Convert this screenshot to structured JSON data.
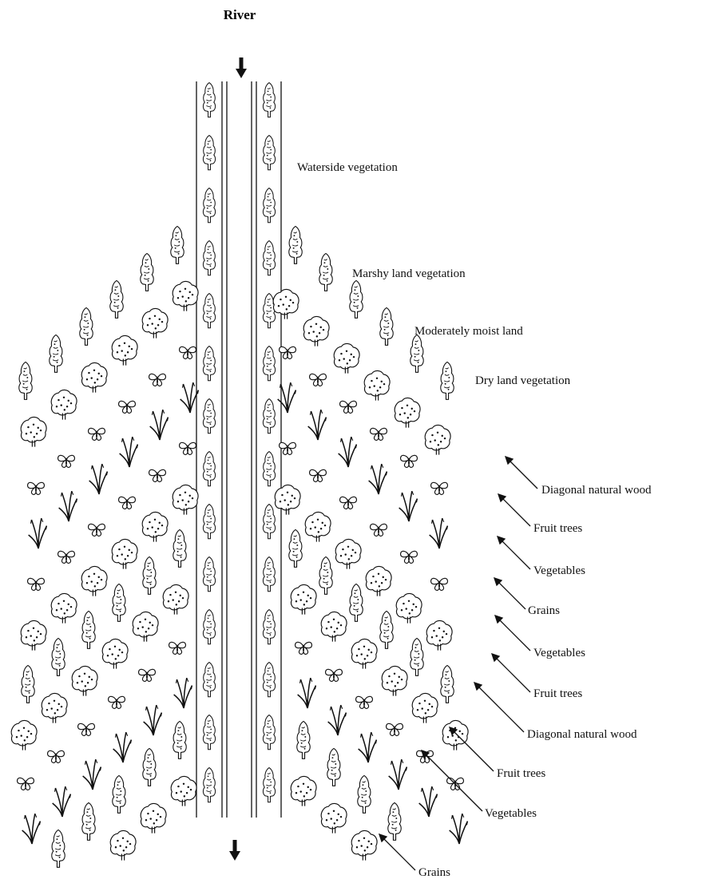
{
  "title": "River",
  "zone_labels": {
    "waterside": "Waterside vegetation",
    "marshy": "Marshy land vegetation",
    "moderate": "Moderately moist land",
    "dry": "Dry land vegetation"
  },
  "row_labels": [
    "Diagonal natural wood",
    "Fruit trees",
    "Vegetables",
    "Grains",
    "Vegetables",
    "Fruit trees",
    "Diagonal natural wood",
    "Fruit trees",
    "Vegetables",
    "Grains"
  ],
  "icons": {
    "flow": "down-arrow-icon",
    "wood": "conifer-tree-icon",
    "fruit": "fruit-tree-icon",
    "vegetable": "vegetable-plant-icon",
    "grain": "grain-stalk-icon"
  },
  "colors": {
    "ink": "#111111",
    "paper": "#ffffff"
  }
}
